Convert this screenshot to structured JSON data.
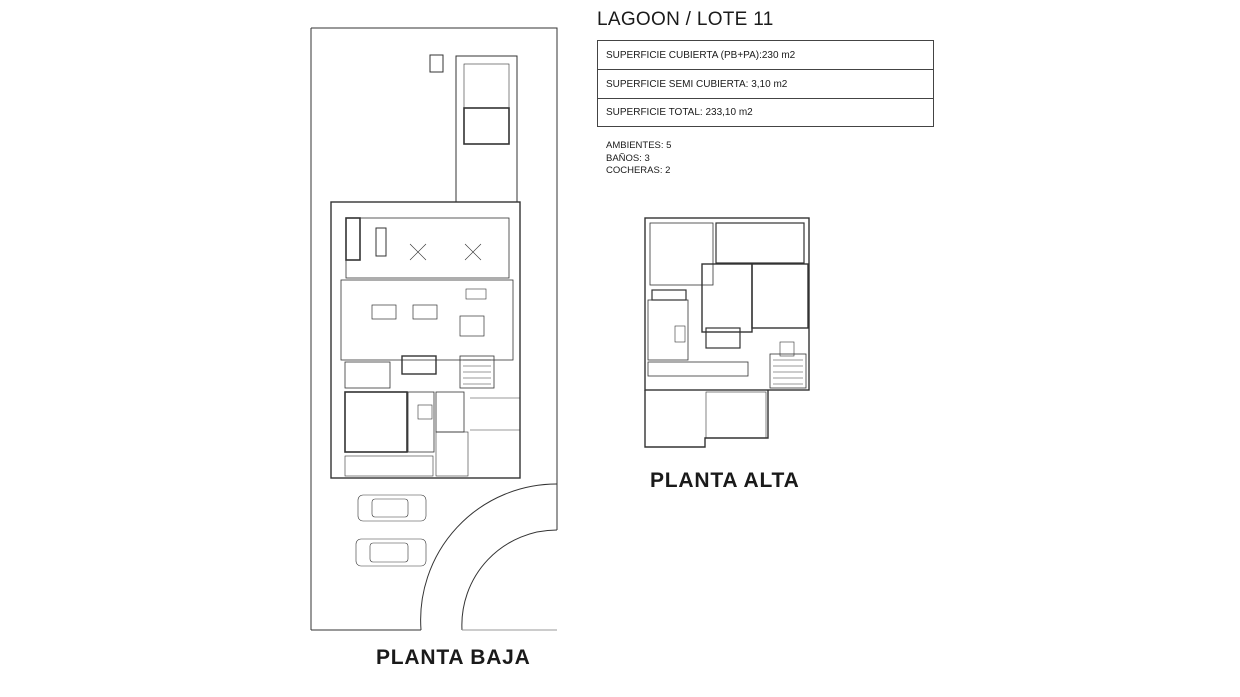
{
  "title": "LAGOON / LOTE 11",
  "superficies": [
    "SUPERFICIE CUBIERTA (PB+PA):230 m2",
    "SUPERFICIE SEMI CUBIERTA: 3,10 m2",
    "SUPERFICIE TOTAL: 233,10 m2"
  ],
  "stats": [
    "AMBIENTES: 5",
    "BAÑOS: 3",
    "COCHERAS: 2"
  ],
  "plans": {
    "planta_baja": "PLANTA BAJA",
    "planta_alta": "PLANTA ALTA"
  }
}
